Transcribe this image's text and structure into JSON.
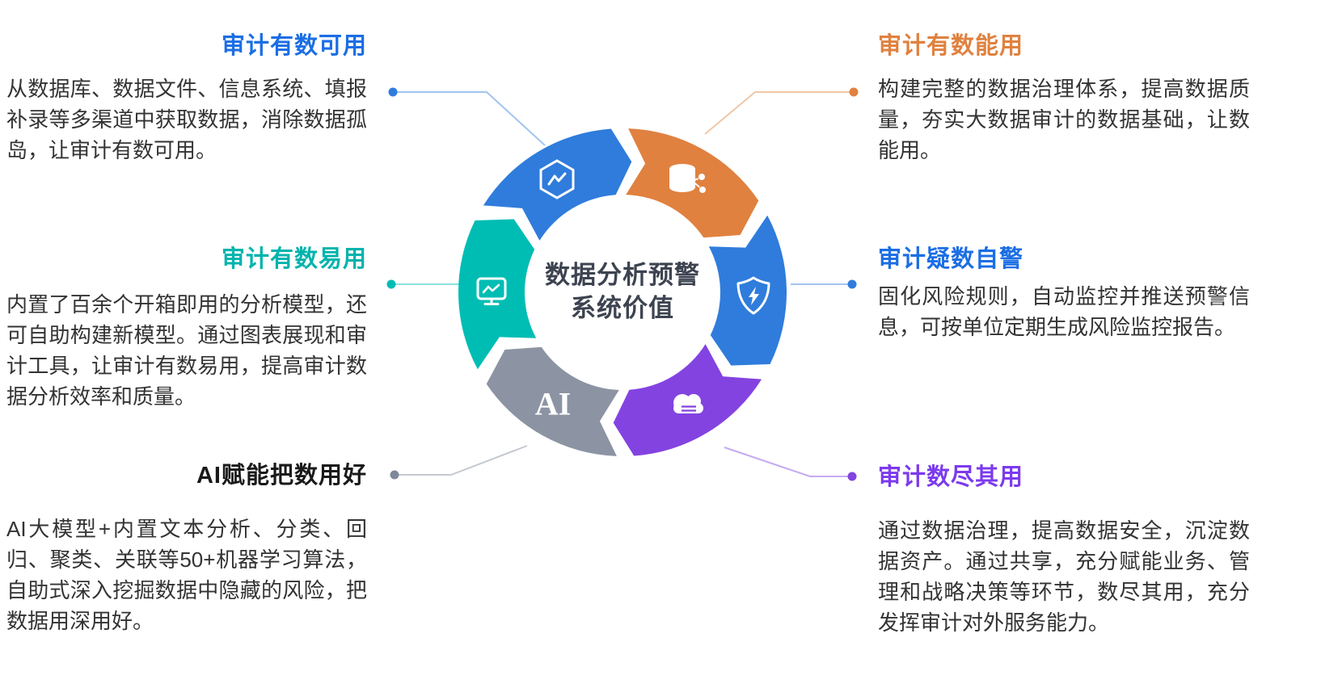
{
  "center": {
    "line1": "数据分析预警",
    "line2": "系统价值"
  },
  "colors": {
    "blue": "#2f7cdc",
    "orange": "#e0813f",
    "teal": "#00bdb4",
    "purple": "#8343e0",
    "gray": "#8c94a4",
    "connector_gray": "#7d8899",
    "body_text": "#333333",
    "center_text": "#3d4350"
  },
  "ring": {
    "segments": [
      {
        "name": "data-acquisition",
        "icon": "hexagon-chart-icon",
        "color": "#2f7cdc"
      },
      {
        "name": "data-governance",
        "icon": "database-icon",
        "color": "#e0813f"
      },
      {
        "name": "risk-warning",
        "icon": "shield-lightning-icon",
        "color": "#2f7cdc"
      },
      {
        "name": "data-sharing",
        "icon": "cloud-icon",
        "color": "#8343e0"
      },
      {
        "name": "ai-capability",
        "icon": "ai-label",
        "label": "AI",
        "color": "#8c94a4"
      },
      {
        "name": "analysis-models",
        "icon": "monitor-chart-icon",
        "color": "#00bdb4"
      }
    ]
  },
  "sections": {
    "top_left": {
      "title": "审计有数可用",
      "accent": "#1b6ee4",
      "body": "从数据库、数据文件、信息系统、填报补录等多渠道中获取数据，消除数据孤岛，让审计有数可用。"
    },
    "mid_left": {
      "title": "审计有数易用",
      "accent": "#00b3ac",
      "body": "内置了百余个开箱即用的分析模型，还可自助构建新模型。通过图表展现和审计工具，让审计有数易用，提高审计数据分析效率和质量。"
    },
    "bottom_left": {
      "title": "AI赋能把数用好",
      "accent": "#1a1a1a",
      "body": "AI大模型+内置文本分析、分类、回归、聚类、关联等50+机器学习算法，自助式深入挖掘数据中隐藏的风险，把数据用深用好。"
    },
    "top_right": {
      "title": "审计有数能用",
      "accent": "#e0813f",
      "body": "构建完整的数据治理体系，提高数据质量，夯实大数据审计的数据基础，让数能用。"
    },
    "mid_right": {
      "title": "审计疑数自警",
      "accent": "#1b6ee4",
      "body": "固化风险规则，自动监控并推送预警信息，可按单位定期生成风险监控报告。"
    },
    "bottom_right": {
      "title": "审计数尽其用",
      "accent": "#7c3aed",
      "body": "通过数据治理，提高数据安全，沉淀数据资产。通过共享，充分赋能业务、管理和战略决策等环节，数尽其用，充分发挥审计对外服务能力。"
    }
  }
}
